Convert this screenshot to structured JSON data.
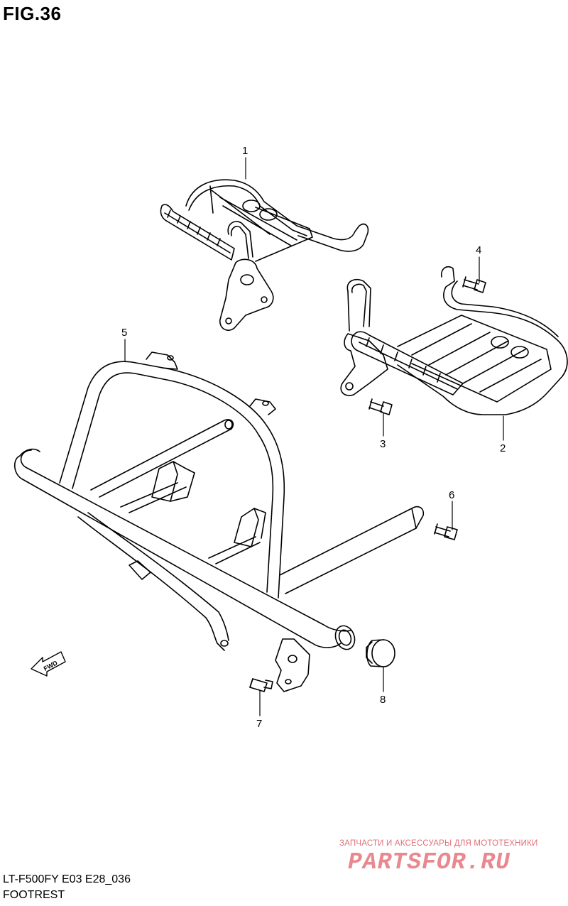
{
  "figure": {
    "title": "FIG.36",
    "model_code": "LT-F500FY E03 E28_036",
    "section_name": "FOOTREST"
  },
  "callouts": [
    {
      "label": "1",
      "part": "footrest-right"
    },
    {
      "label": "2",
      "part": "footrest-left"
    },
    {
      "label": "3",
      "part": "bolt"
    },
    {
      "label": "4",
      "part": "bolt"
    },
    {
      "label": "5",
      "part": "footrest-frame"
    },
    {
      "label": "6",
      "part": "bolt"
    },
    {
      "label": "7",
      "part": "bolt"
    },
    {
      "label": "8",
      "part": "cap"
    }
  ],
  "direction_marker": {
    "label": "FWD",
    "icon": "fwd-arrow-icon"
  },
  "watermark": {
    "tagline": "ЗАПЧАСТИ И АКСЕССУАРЫ ДЛЯ МОТОТЕХНИКИ",
    "brand": "PARTSFOR.RU"
  },
  "colors": {
    "line": "#000000",
    "watermark": "#e8888f"
  }
}
